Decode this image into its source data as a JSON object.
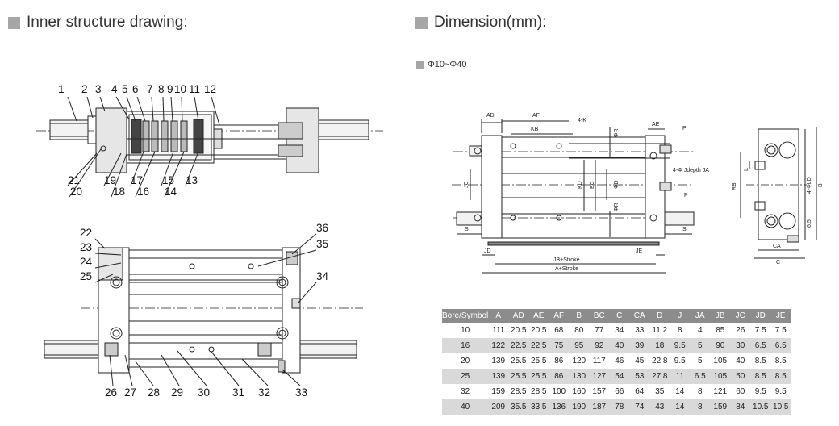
{
  "left_title": "Inner structure drawing:",
  "right_title": "Dimension(mm):",
  "range_label": "Φ10~Φ40",
  "part_numbers": [
    "1",
    "2",
    "3",
    "4",
    "5",
    "6",
    "7",
    "8",
    "9",
    "10",
    "11",
    "12",
    "13",
    "14",
    "15",
    "16",
    "17",
    "18",
    "19",
    "20",
    "21",
    "22",
    "23",
    "24",
    "25",
    "26",
    "27",
    "28",
    "29",
    "30",
    "31",
    "32",
    "33",
    "34",
    "35",
    "36"
  ],
  "dimension_labels": {
    "AD": "AD",
    "AF": "AF",
    "KB": "KB",
    "K": "4-K",
    "AE": "AE",
    "P1": "P",
    "P2": "P",
    "phiR1": "ΦR",
    "phiR2": "ΦR",
    "phiD": "ΦD",
    "KD": "KD",
    "BC": "BC",
    "JC": "JC",
    "holes": "4-Φ Jdepth JA",
    "S1": "S",
    "S2": "S",
    "JD": "JD",
    "JE": "JE",
    "JB": "JB+Stroke",
    "A": "A+Stroke",
    "RB": "RB",
    "L": "L",
    "phiLD": "4-ΦLD",
    "B": "B",
    "six5": "6.5",
    "CA": "CA",
    "C": "C"
  },
  "table": {
    "headers": [
      "Bore/Symbol",
      "A",
      "AD",
      "AE",
      "AF",
      "B",
      "BC",
      "C",
      "CA",
      "D",
      "J",
      "JA",
      "JB",
      "JC",
      "JD",
      "JE"
    ],
    "rows": [
      [
        "10",
        "111",
        "20.5",
        "20.5",
        "68",
        "80",
        "77",
        "34",
        "33",
        "11.2",
        "8",
        "4",
        "85",
        "26",
        "7.5",
        "7.5"
      ],
      [
        "16",
        "122",
        "22.5",
        "22.5",
        "75",
        "95",
        "92",
        "40",
        "39",
        "18",
        "9.5",
        "5",
        "90",
        "30",
        "6.5",
        "6.5"
      ],
      [
        "20",
        "139",
        "25.5",
        "25.5",
        "86",
        "120",
        "117",
        "46",
        "45",
        "22.8",
        "9.5",
        "5",
        "105",
        "40",
        "8.5",
        "8.5"
      ],
      [
        "25",
        "139",
        "25.5",
        "25.5",
        "86",
        "130",
        "127",
        "54",
        "53",
        "27.8",
        "11",
        "6.5",
        "105",
        "50",
        "8.5",
        "8.5"
      ],
      [
        "32",
        "159",
        "28.5",
        "28.5",
        "100",
        "160",
        "157",
        "66",
        "64",
        "35",
        "14",
        "8",
        "121",
        "60",
        "9.5",
        "9.5"
      ],
      [
        "40",
        "209",
        "35.5",
        "33.5",
        "136",
        "190",
        "187",
        "78",
        "74",
        "43",
        "14",
        "8",
        "159",
        "84",
        "10.5",
        "10.5"
      ]
    ]
  }
}
